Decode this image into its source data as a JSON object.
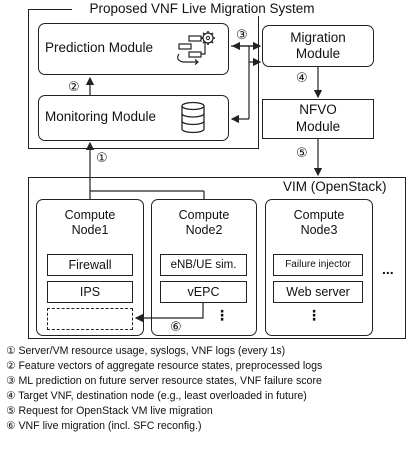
{
  "system_title": "Proposed VNF Live Migration System",
  "prediction_module": "Prediction Module",
  "monitoring_module": "Monitoring Module",
  "migration_module": [
    "Migration",
    "Module"
  ],
  "nfvo_module": [
    "NFVO",
    "Module"
  ],
  "vim_title": "VIM (OpenStack)",
  "nodes": [
    {
      "title": [
        "Compute",
        "Node1"
      ],
      "items": [
        "Firewall",
        "IPS"
      ]
    },
    {
      "title": [
        "Compute",
        "Node2"
      ],
      "items": [
        "eNB/UE sim.",
        "vEPC"
      ],
      "more": "⋮"
    },
    {
      "title": [
        "Compute",
        "Node3"
      ],
      "items": [
        "Failure injector",
        "Web server"
      ],
      "more": "⋮"
    }
  ],
  "node_ellipsis": "...",
  "markers": {
    "m1": "①",
    "m2": "②",
    "m3": "③",
    "m4": "④",
    "m5": "⑤",
    "m6": "⑥"
  },
  "legend": [
    "① Server/VM resource usage, syslogs, VNF logs (every 1s)",
    "② Feature vectors of aggregate resource states, preprocessed logs",
    "③ ML prediction on future server resource states, VNF failure score",
    "④ Target VNF, destination node (e.g., least overloaded in future)",
    "⑤ Request for OpenStack VM live migration",
    "⑥ VNF live migration (incl. SFC reconfig.)"
  ]
}
